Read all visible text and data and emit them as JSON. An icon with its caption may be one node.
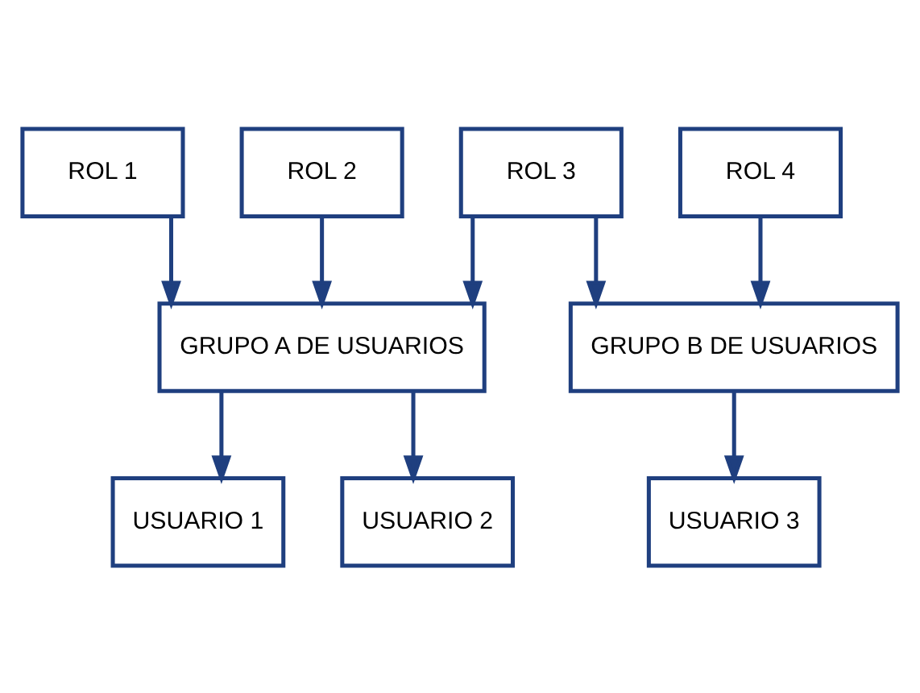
{
  "diagram": {
    "nodes": [
      {
        "text": [
          "ROL 1"
        ]
      },
      {
        "text": [
          "ROL 2"
        ]
      },
      {
        "text": [
          "ROL 3"
        ]
      },
      {
        "text": [
          "ROL 4"
        ]
      },
      {
        "text": [
          "GRUPO A DE USUARIOS"
        ]
      },
      {
        "text": [
          "GRUPO B DE USUARIOS"
        ]
      },
      {
        "text": [
          "USUARIO 1"
        ]
      },
      {
        "text": [
          "USUARIO 2"
        ]
      },
      {
        "text": [
          "USUARIO 3"
        ]
      }
    ],
    "edges": [
      {
        "from": 0,
        "to": 4,
        "arrow": "to"
      },
      {
        "from": 1,
        "to": 4,
        "arrow": "to"
      },
      {
        "from": 2,
        "to": 4,
        "arrow": "to"
      },
      {
        "from": 2,
        "to": 5,
        "arrow": "to"
      },
      {
        "from": 3,
        "to": 5,
        "arrow": "to"
      },
      {
        "from": 4,
        "to": 6,
        "arrow": "to"
      },
      {
        "from": 4,
        "to": 7,
        "arrow": "to"
      },
      {
        "from": 5,
        "to": 8,
        "arrow": "to"
      }
    ]
  }
}
